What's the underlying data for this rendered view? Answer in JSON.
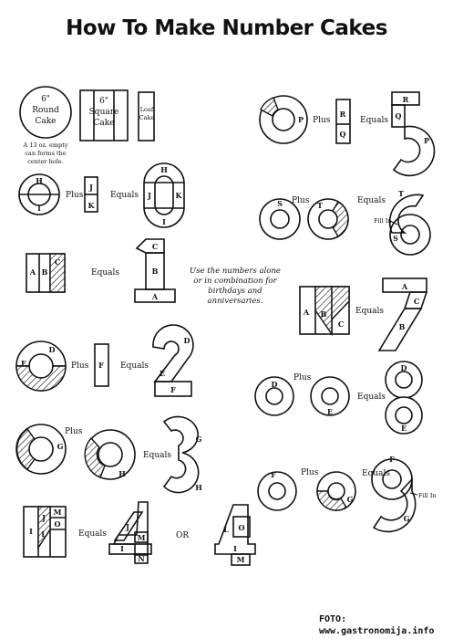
{
  "title": "How To Make Number Cakes",
  "pans": {
    "round": [
      "6\"",
      "Round",
      "Cake"
    ],
    "square": [
      "6\"",
      "Square",
      "Cake"
    ],
    "loaf": [
      "Loaf",
      "Cake"
    ],
    "hole_note": [
      "A 13 oz. empty",
      "can forms the",
      "center hole."
    ]
  },
  "words": {
    "plus": "Plus",
    "equals": "Equals",
    "or": "OR",
    "fill_in": "Fill In"
  },
  "note": [
    "Use the numbers alone",
    "or in combination for",
    "birthdays and",
    "anniversaries."
  ],
  "credit": [
    "FOTO:",
    "www.gastronomija.info"
  ],
  "pieces": {
    "zero": [
      "H",
      "I",
      "J",
      "K"
    ],
    "one": [
      "A",
      "B",
      "C"
    ],
    "two": [
      "D",
      "E",
      "F"
    ],
    "three": [
      "G",
      "H"
    ],
    "four": [
      "I",
      "J",
      "L",
      "M",
      "N",
      "O"
    ],
    "five": [
      "P",
      "Q",
      "R"
    ],
    "six": [
      "S",
      "T"
    ],
    "seven": [
      "A",
      "B",
      "C"
    ],
    "eight": [
      "D",
      "E"
    ],
    "nine": [
      "F",
      "G"
    ]
  }
}
